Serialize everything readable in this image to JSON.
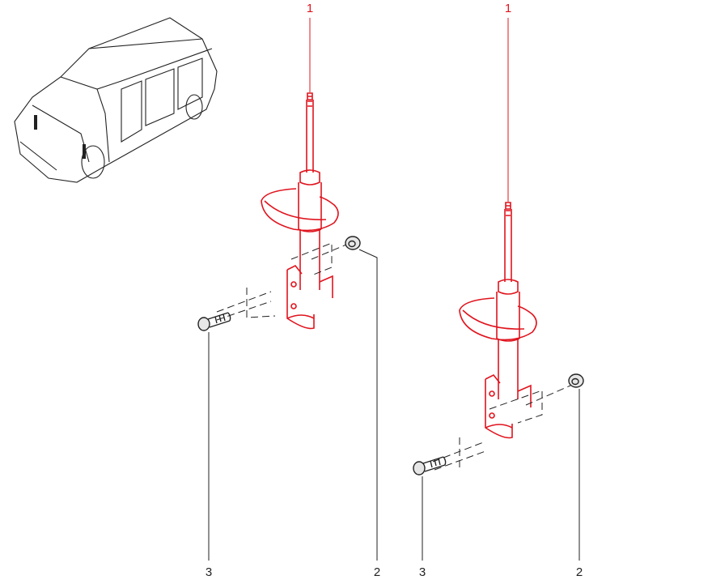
{
  "colors": {
    "part": "#e0141e",
    "line": "#222222"
  },
  "callouts": [
    {
      "id": "strut-left",
      "label": "1",
      "highlight": true
    },
    {
      "id": "strut-right",
      "label": "1",
      "highlight": true
    },
    {
      "id": "nut-left",
      "label": "2",
      "highlight": false
    },
    {
      "id": "bolt-left",
      "label": "3",
      "highlight": false
    },
    {
      "id": "bolt-right",
      "label": "3",
      "highlight": false
    },
    {
      "id": "nut-right",
      "label": "2",
      "highlight": false
    }
  ]
}
